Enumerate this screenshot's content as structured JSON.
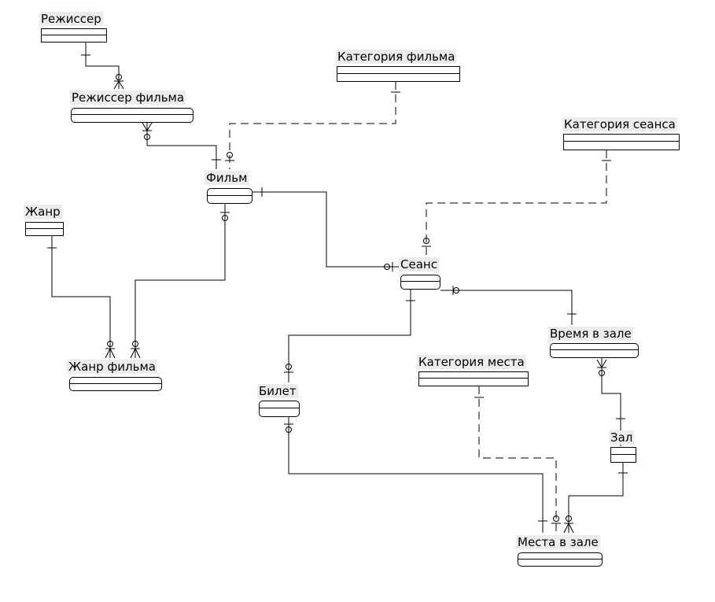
{
  "entities": {
    "rezhisser": "Режиссер",
    "kategoriya_filma": "Категория фильма",
    "rezhisser_filma": "Режиссер фильма",
    "kategoriya_seansa": "Категория сеанса",
    "film": "Фильм",
    "zhanr": "Жанр",
    "seans": "Сеанс",
    "zhanr_filma": "Жанр фильма",
    "vremya_v_zale": "Время в зале",
    "kategoriya_mesta": "Категория места",
    "bilet": "Билет",
    "zal": "Зал",
    "mesta_v_zale": "Места в зале"
  }
}
